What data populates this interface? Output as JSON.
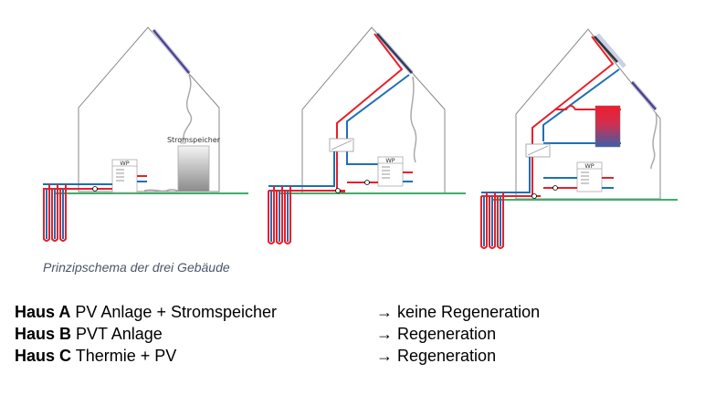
{
  "colors": {
    "hot": "#e8202a",
    "cold": "#1f6fb5",
    "ground": "#3fae6a",
    "house_outline": "#888888",
    "pv_panel": "#5a4a8a",
    "thermal_panel": "#333333"
  },
  "houses": [
    {
      "id": "A",
      "wp_label": "WP",
      "storage_label": "Stromspeicher"
    },
    {
      "id": "B",
      "wp_label": "WP"
    },
    {
      "id": "C",
      "wp_label": "WP"
    }
  ],
  "caption": "Prinzipschema der drei Gebäude",
  "legend": [
    {
      "house": "Haus A",
      "system": "PV Anlage + Stromspeicher",
      "result": "→ keine Regeneration"
    },
    {
      "house": "Haus B",
      "system": "PVT Anlage",
      "result": "→ Regeneration"
    },
    {
      "house": "Haus C",
      "system": "Thermie + PV",
      "result": "→ Regeneration"
    }
  ]
}
